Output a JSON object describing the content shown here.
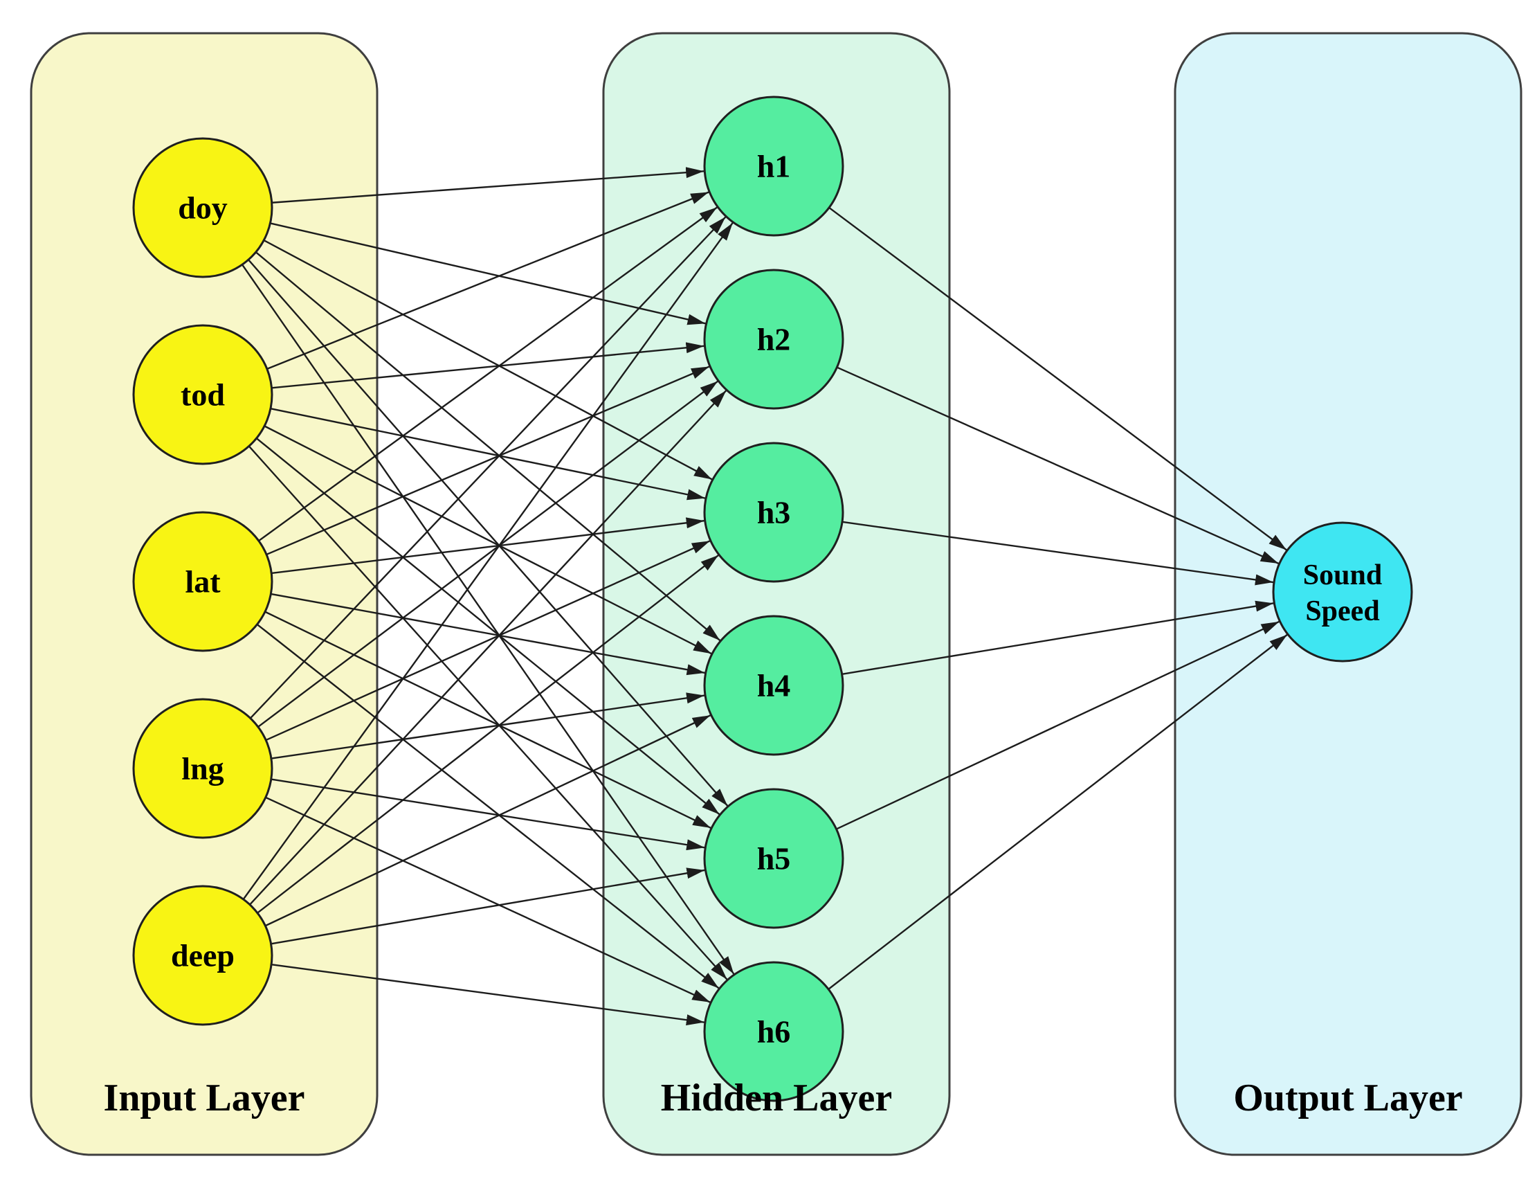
{
  "diagram": {
    "background_color": "#FFFFFF",
    "edge_color": "#1C1C1C",
    "node_border_color": "#1F1F1F",
    "box_border_color": "#3F3F3F",
    "text_color": "#000000",
    "layers": [
      {
        "name": "input",
        "title": "Input Layer",
        "box_color": "#F8F7C9",
        "node_color": "#F8F414",
        "nodes": [
          {
            "label": "doy"
          },
          {
            "label": "tod"
          },
          {
            "label": "lat"
          },
          {
            "label": "lng"
          },
          {
            "label": "deep"
          }
        ]
      },
      {
        "name": "hidden",
        "title": "Hidden Layer",
        "box_color": "#D9F7E7",
        "node_color": "#55EDA0",
        "nodes": [
          {
            "label": "h1"
          },
          {
            "label": "h2"
          },
          {
            "label": "h3"
          },
          {
            "label": "h4"
          },
          {
            "label": "h5"
          },
          {
            "label": "h6"
          }
        ]
      },
      {
        "name": "output",
        "title": "Output Layer",
        "box_color": "#D9F5FA",
        "node_color": "#3FE6F2",
        "nodes": [
          {
            "label": "Sound Speed",
            "lines": [
              "Sound",
              "Speed"
            ]
          }
        ]
      }
    ],
    "connections": [
      {
        "from": "input",
        "to": "hidden",
        "type": "fully-connected"
      },
      {
        "from": "hidden",
        "to": "output",
        "type": "fully-connected"
      }
    ]
  }
}
